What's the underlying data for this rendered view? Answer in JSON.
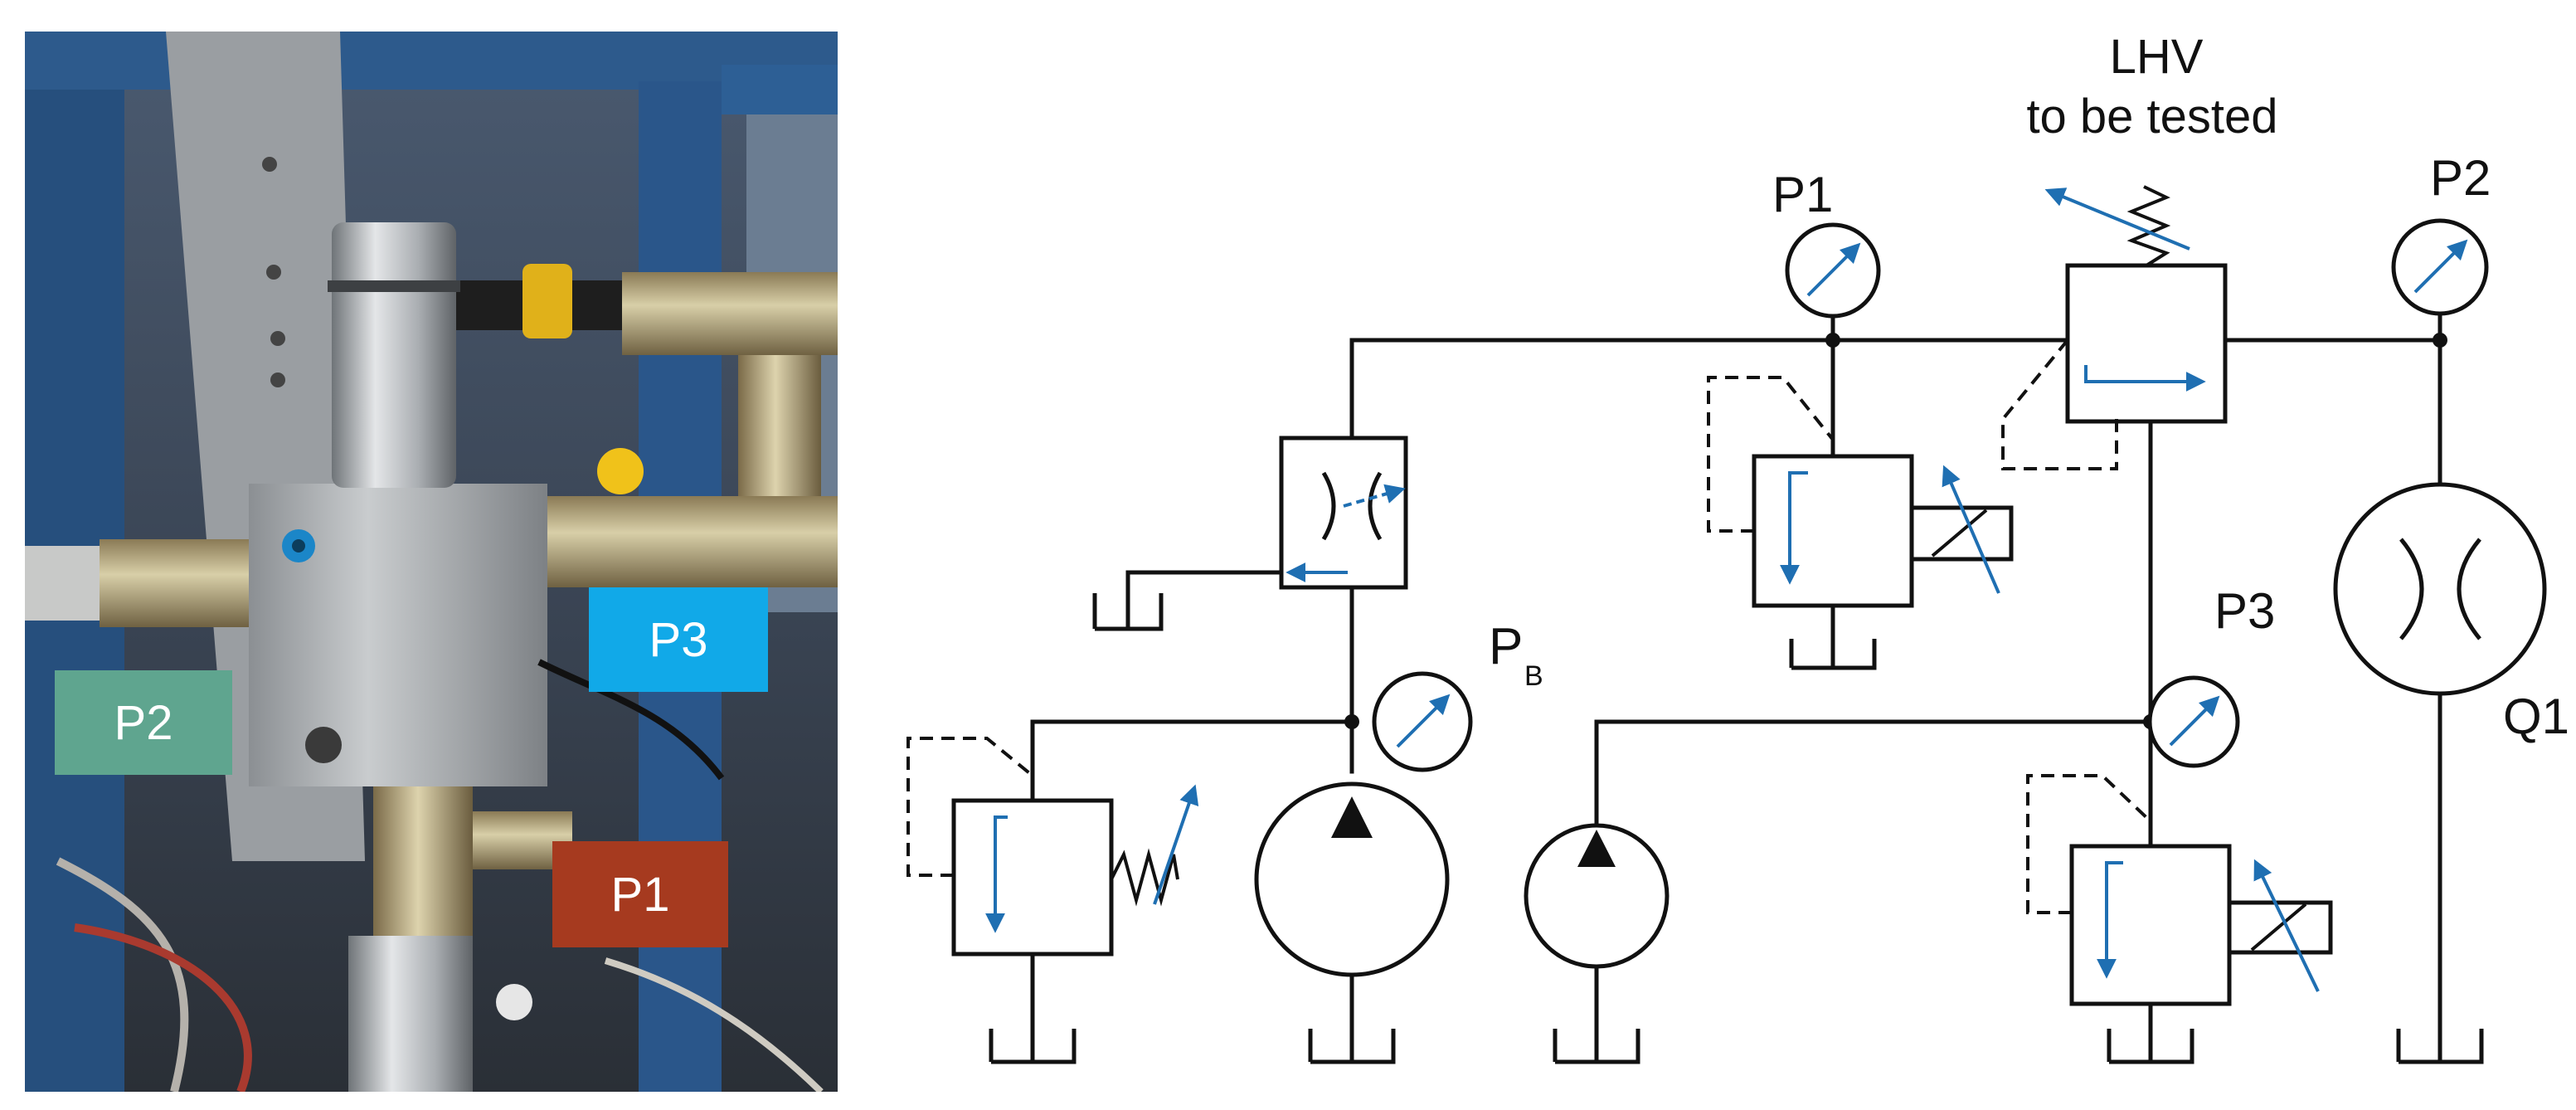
{
  "photo": {
    "labels": {
      "p2": {
        "text": "P2",
        "color": "#5fa58f"
      },
      "p3": {
        "text": "P3",
        "color": "#11a9e8"
      },
      "p1": {
        "text": "P1",
        "color": "#a63a1f"
      }
    }
  },
  "schematic": {
    "valve_title_line1": "LHV",
    "valve_title_line2": "to be tested",
    "gauge_p1": "P1",
    "gauge_p2": "P2",
    "gauge_p3": "P3",
    "gauge_pb_main": "P",
    "gauge_pb_sub": "B",
    "flow_q1": "Q1",
    "colors": {
      "line": "#111111",
      "arrow": "#1f6fb2"
    }
  }
}
